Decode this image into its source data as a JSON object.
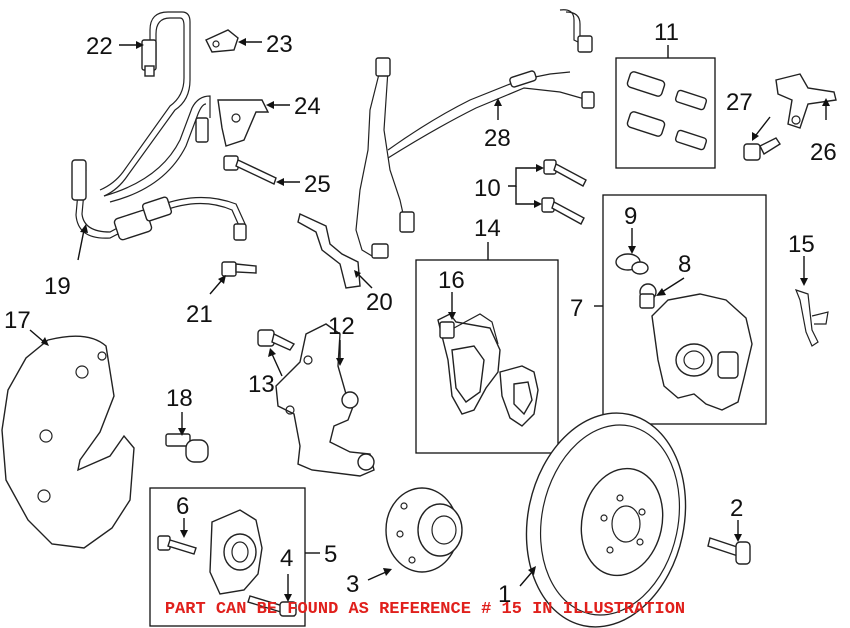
{
  "callouts": [
    "1",
    "2",
    "3",
    "4",
    "5",
    "6",
    "7",
    "8",
    "9",
    "10",
    "11",
    "12",
    "13",
    "14",
    "15",
    "16",
    "17",
    "18",
    "19",
    "20",
    "21",
    "22",
    "23",
    "24",
    "25",
    "26",
    "27",
    "28"
  ],
  "footer_note": "PART CAN BE FOUND AS REFERENCE # 15 IN ILLUSTRATION",
  "colors": {
    "footer": "#e0201c",
    "ink": "#111111"
  }
}
